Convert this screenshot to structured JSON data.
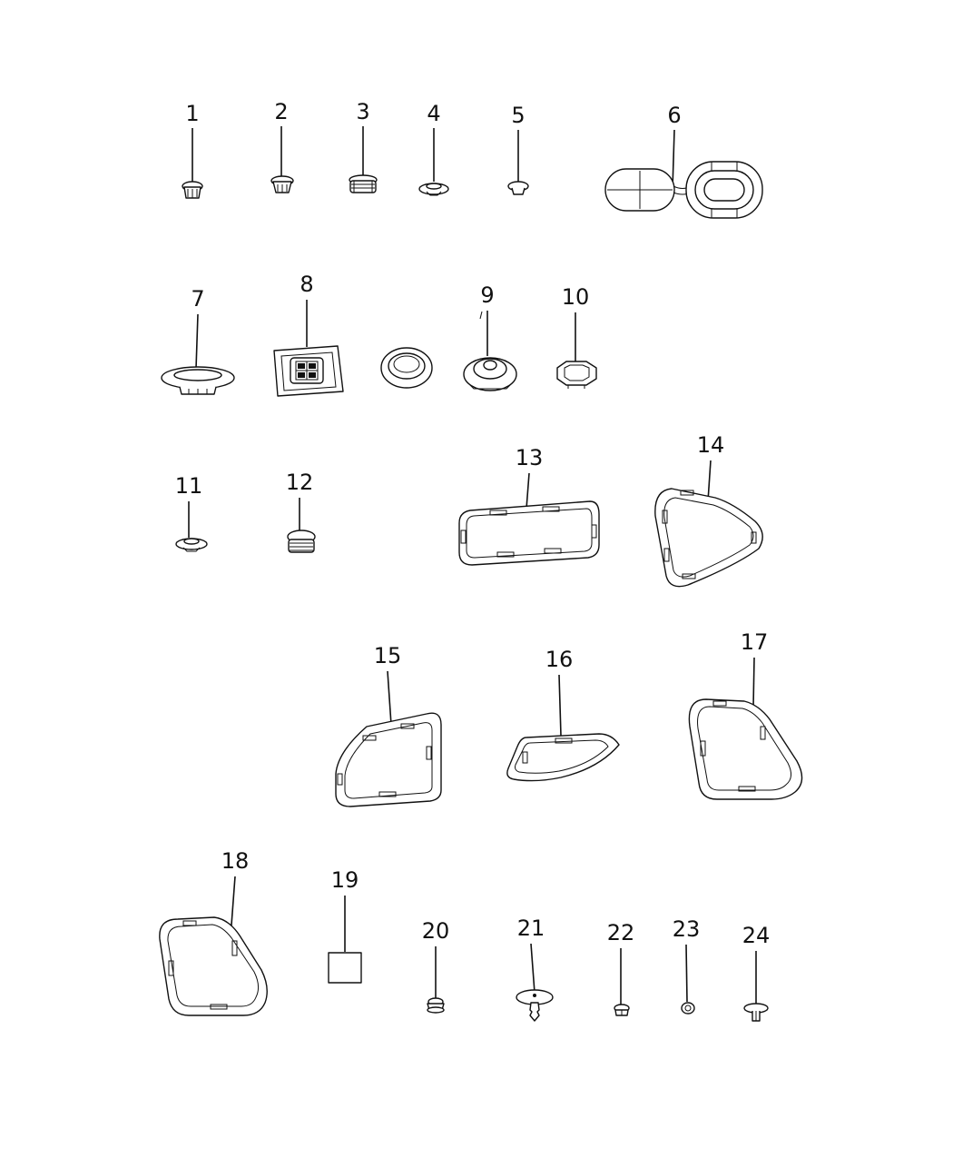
{
  "diagram": {
    "parts": [
      {
        "number": "1"
      },
      {
        "number": "2"
      },
      {
        "number": "3"
      },
      {
        "number": "4"
      },
      {
        "number": "5"
      },
      {
        "number": "6"
      },
      {
        "number": "7"
      },
      {
        "number": "8"
      },
      {
        "number": "9"
      },
      {
        "number": "10"
      },
      {
        "number": "11"
      },
      {
        "number": "12"
      },
      {
        "number": "13"
      },
      {
        "number": "14"
      },
      {
        "number": "15"
      },
      {
        "number": "16"
      },
      {
        "number": "17"
      },
      {
        "number": "18"
      },
      {
        "number": "19"
      },
      {
        "number": "20"
      },
      {
        "number": "21"
      },
      {
        "number": "22"
      },
      {
        "number": "23"
      },
      {
        "number": "24"
      }
    ]
  }
}
